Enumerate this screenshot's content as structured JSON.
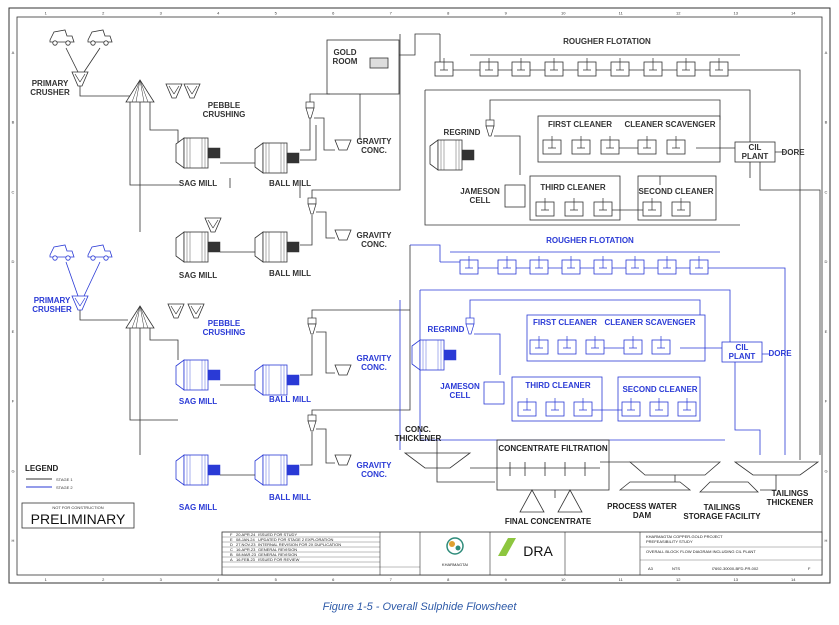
{
  "caption": "Figure 1-5 - Overall Sulphide Flowsheet",
  "colors": {
    "stage1": "#333333",
    "stage2": "#2a3ad6"
  },
  "grid_cols": [
    "1",
    "2",
    "3",
    "4",
    "5",
    "6",
    "7",
    "8",
    "9",
    "10",
    "11",
    "12",
    "13",
    "14"
  ],
  "grid_rows": [
    "A",
    "B",
    "C",
    "D",
    "E",
    "F",
    "G",
    "H"
  ],
  "stage1": {
    "primary_crusher": "PRIMARY\nCRUSHER",
    "pebble_crushing": "PEBBLE\nCRUSHING",
    "sag_mill_1": "SAG MILL",
    "ball_mill_1": "BALL MILL",
    "sag_mill_2": "SAG MILL",
    "ball_mill_2": "BALL MILL",
    "gravity_1": "GRAVITY\nCONC.",
    "gravity_2": "GRAVITY\nCONC.",
    "gold_room": "GOLD\nROOM",
    "rougher": "ROUGHER FLOTATION",
    "regrind": "REGRIND",
    "first_cleaner": "FIRST CLEANER",
    "cleaner_scavenger": "CLEANER SCAVENGER",
    "jameson": "JAMESON\nCELL",
    "third_cleaner": "THIRD CLEANER",
    "second_cleaner": "SECOND CLEANER",
    "cil_plant": "CIL\nPLANT",
    "dore": "DORE"
  },
  "stage2": {
    "primary_crusher": "PRIMARY\nCRUSHER",
    "pebble_crushing": "PEBBLE\nCRUSHING",
    "sag_mill_1": "SAG MILL",
    "ball_mill_1": "BALL MILL",
    "sag_mill_2": "SAG MILL",
    "ball_mill_2": "BALL MILL",
    "gravity_1": "GRAVITY\nCONC.",
    "gravity_2": "GRAVITY\nCONC.",
    "rougher": "ROUGHER FLOTATION",
    "regrind": "REGRIND",
    "first_cleaner": "FIRST CLEANER",
    "cleaner_scavenger": "CLEANER SCAVENGER",
    "jameson": "JAMESON\nCELL",
    "third_cleaner": "THIRD CLEANER",
    "second_cleaner": "SECOND CLEANER",
    "cil_plant": "CIL\nPLANT",
    "dore": "DORE"
  },
  "common": {
    "conc_thickener": "CONC.\nTHICKENER",
    "concentrate_filtration": "CONCENTRATE FILTRATION",
    "final_concentrate": "FINAL CONCENTRATE",
    "process_water_dam": "PROCESS WATER\nDAM",
    "tailings_storage": "TAILINGS\nSTORAGE FACILITY",
    "tailings_thickener": "TAILINGS\nTHICKENER"
  },
  "legend": {
    "title": "LEGEND",
    "stage1": "STAGE 1",
    "stage2": "STAGE 2",
    "not_for_construction": "NOT FOR CONSTRUCTION",
    "preliminary": "PRELIMINARY"
  },
  "title_block": {
    "revisions": [
      {
        "rev": "F",
        "date": "20.APR.24",
        "desc": "ISSUED FOR STUDY"
      },
      {
        "rev": "E",
        "date": "08.JAN.24",
        "desc": "UPDATED FOR STAGE 2 EXPLORATION"
      },
      {
        "rev": "D",
        "date": "27.NOV.23",
        "desc": "INTERNAL REVISION FOR 2X DUPLICATION"
      },
      {
        "rev": "C",
        "date": "16.APR.23",
        "desc": "GENERAL REVISION"
      },
      {
        "rev": "B",
        "date": "08.MAR.23",
        "desc": "GENERAL REVISION"
      },
      {
        "rev": "A",
        "date": "16.FEB.23",
        "desc": "ISSUED FOR REVIEW"
      }
    ],
    "client_logo_text": "KHARMAGTAI",
    "company_logo_text": "DRA",
    "project_lines": [
      "KHARMAGTAI COPPER-GOLD PROJECT",
      "PREFEASIBILITY STUDY"
    ],
    "drawing_title": "OVERALL BLOCK FLOW DIAGRAM INCLUDING CIL PLANT",
    "size": "A3",
    "scale": "NTS",
    "drawing_no": "I7692-30000-BFD-PR-002",
    "rev": "F"
  }
}
